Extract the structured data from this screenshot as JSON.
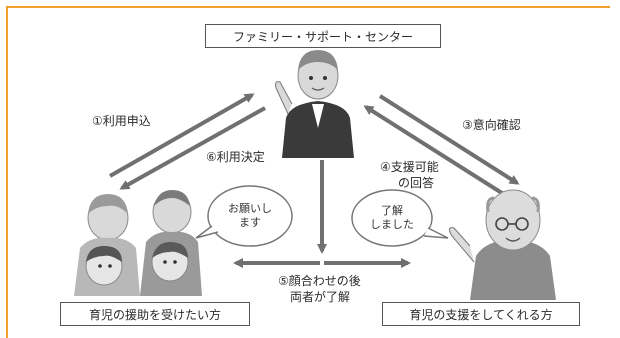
{
  "title": "ファミリー・サポート・センター",
  "requester_box": "育児の援助を受けたい方",
  "provider_box": "育児の支援をしてくれる方",
  "steps": {
    "step1": "①利用申込",
    "step6": "⑥利用決定",
    "step3": "③意向確認",
    "step4_line1": "④支援可能",
    "step4_line2": "の回答",
    "step5_line1": "⑤顔合わせの後",
    "step5_line2": "両者が了解"
  },
  "bubbles": {
    "left_line1": "お願いし",
    "left_line2": "ます",
    "right_line1": "了解",
    "right_line2": "しました"
  },
  "colors": {
    "frame": "#f0a030",
    "arrow": "#707070",
    "figure_fill": "#d8d8d8"
  }
}
